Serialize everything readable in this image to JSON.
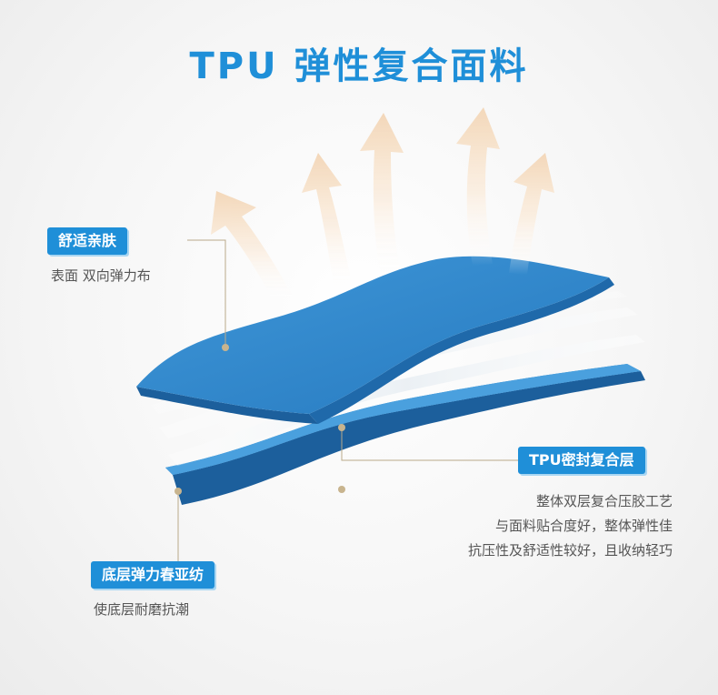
{
  "title": "TPU 弹性复合面料",
  "callouts": {
    "top": {
      "label": "舒适亲肤",
      "desc": "表面 双向弹力布"
    },
    "middle": {
      "label": "TPU密封复合层",
      "desc": [
        "整体双层复合压胶工艺",
        "与面料贴合度好，整体弹性佳",
        "抗压性及舒适性较好，且收纳轻巧"
      ]
    },
    "bottom": {
      "label": "底层弹力春亚纺",
      "desc": "使底层耐磨抗潮"
    }
  },
  "colors": {
    "accent": "#1f8fd8",
    "fabric": "#2f86c9",
    "arrow": "#f2d9bd"
  }
}
